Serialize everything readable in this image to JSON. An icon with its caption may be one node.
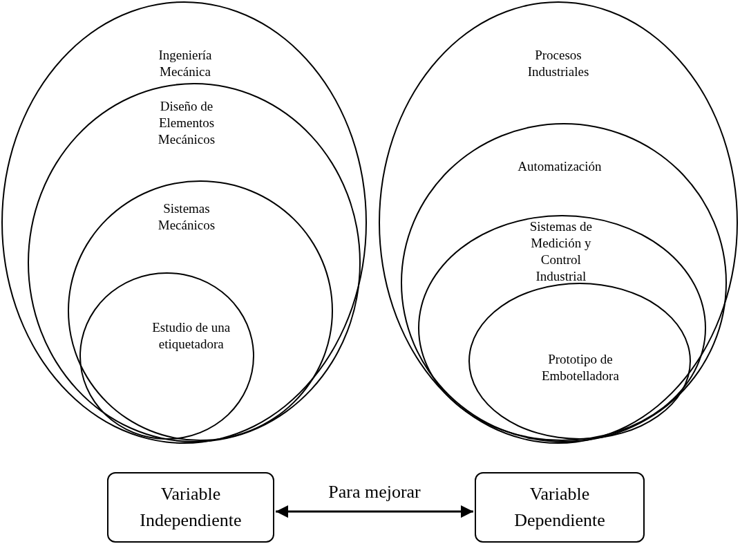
{
  "diagram": {
    "nodes": [
      {
        "text": [
          "Ingeniería Mecánica"
        ]
      },
      {
        "text": [
          "Diseño de Elementos Mecánicos"
        ],
        "in": 0
      },
      {
        "text": [
          "Sistemas Mecánicos"
        ],
        "in": 1
      },
      {
        "text": [
          "Estudio de una etiquetadora"
        ],
        "in": 2
      },
      {
        "text": [
          "Procesos Industriales"
        ]
      },
      {
        "text": [
          "Automatización"
        ],
        "in": 4
      },
      {
        "text": [
          "Sistemas de Medición y Control Industrial"
        ],
        "in": 5
      },
      {
        "text": [
          "Prototipo de Embotelladora"
        ],
        "in": 6
      },
      {
        "text": [
          "Variable Independiente"
        ]
      },
      {
        "text": [
          "Variable Dependiente"
        ]
      }
    ],
    "edges": [
      {
        "from": 8,
        "to": 9,
        "arrow": "both",
        "label": "Para mejorar"
      }
    ]
  }
}
